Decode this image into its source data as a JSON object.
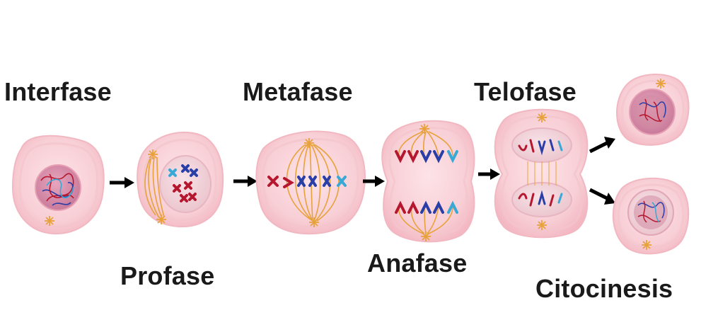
{
  "diagram": {
    "stages": {
      "interfase": "Interfase",
      "profase": "Profase",
      "metafase": "Metafase",
      "anafase": "Anafase",
      "telofase": "Telofase",
      "citocinesis": "Citocinesis"
    }
  },
  "colors": {
    "cell_fill": "#f8cfd6",
    "nucleus_fill": "#d98aa8",
    "spindle": "#e8a23a",
    "chromosome_red": "#b5172f",
    "chromosome_blue": "#2a3ea8",
    "chromosome_cyan": "#38a9d6",
    "arrow": "#000000"
  }
}
